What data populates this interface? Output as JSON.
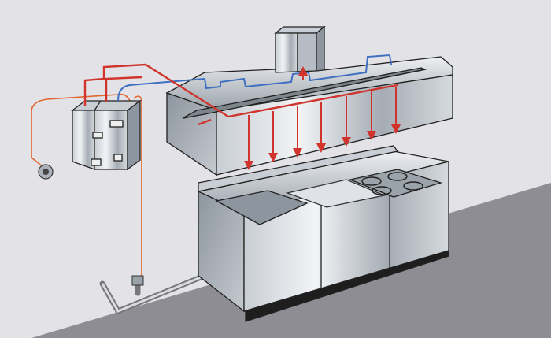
{
  "colors": {
    "wall": "#e3e3e7",
    "floor": "#8d8d93",
    "steel_light": "#dfe3e8",
    "steel_mid": "#aab1b9",
    "steel_dark": "#6f7780",
    "discharge_pipe": "#d0342c",
    "detection_line": "#e0652e",
    "gas_line": "#3f6fc0",
    "base": "#1e1e1e"
  },
  "icons": [
    "fire-suppression-control-panel",
    "manual-pull-station",
    "kitchen-hood",
    "exhaust-duct",
    "cooking-line",
    "gas-valve"
  ]
}
